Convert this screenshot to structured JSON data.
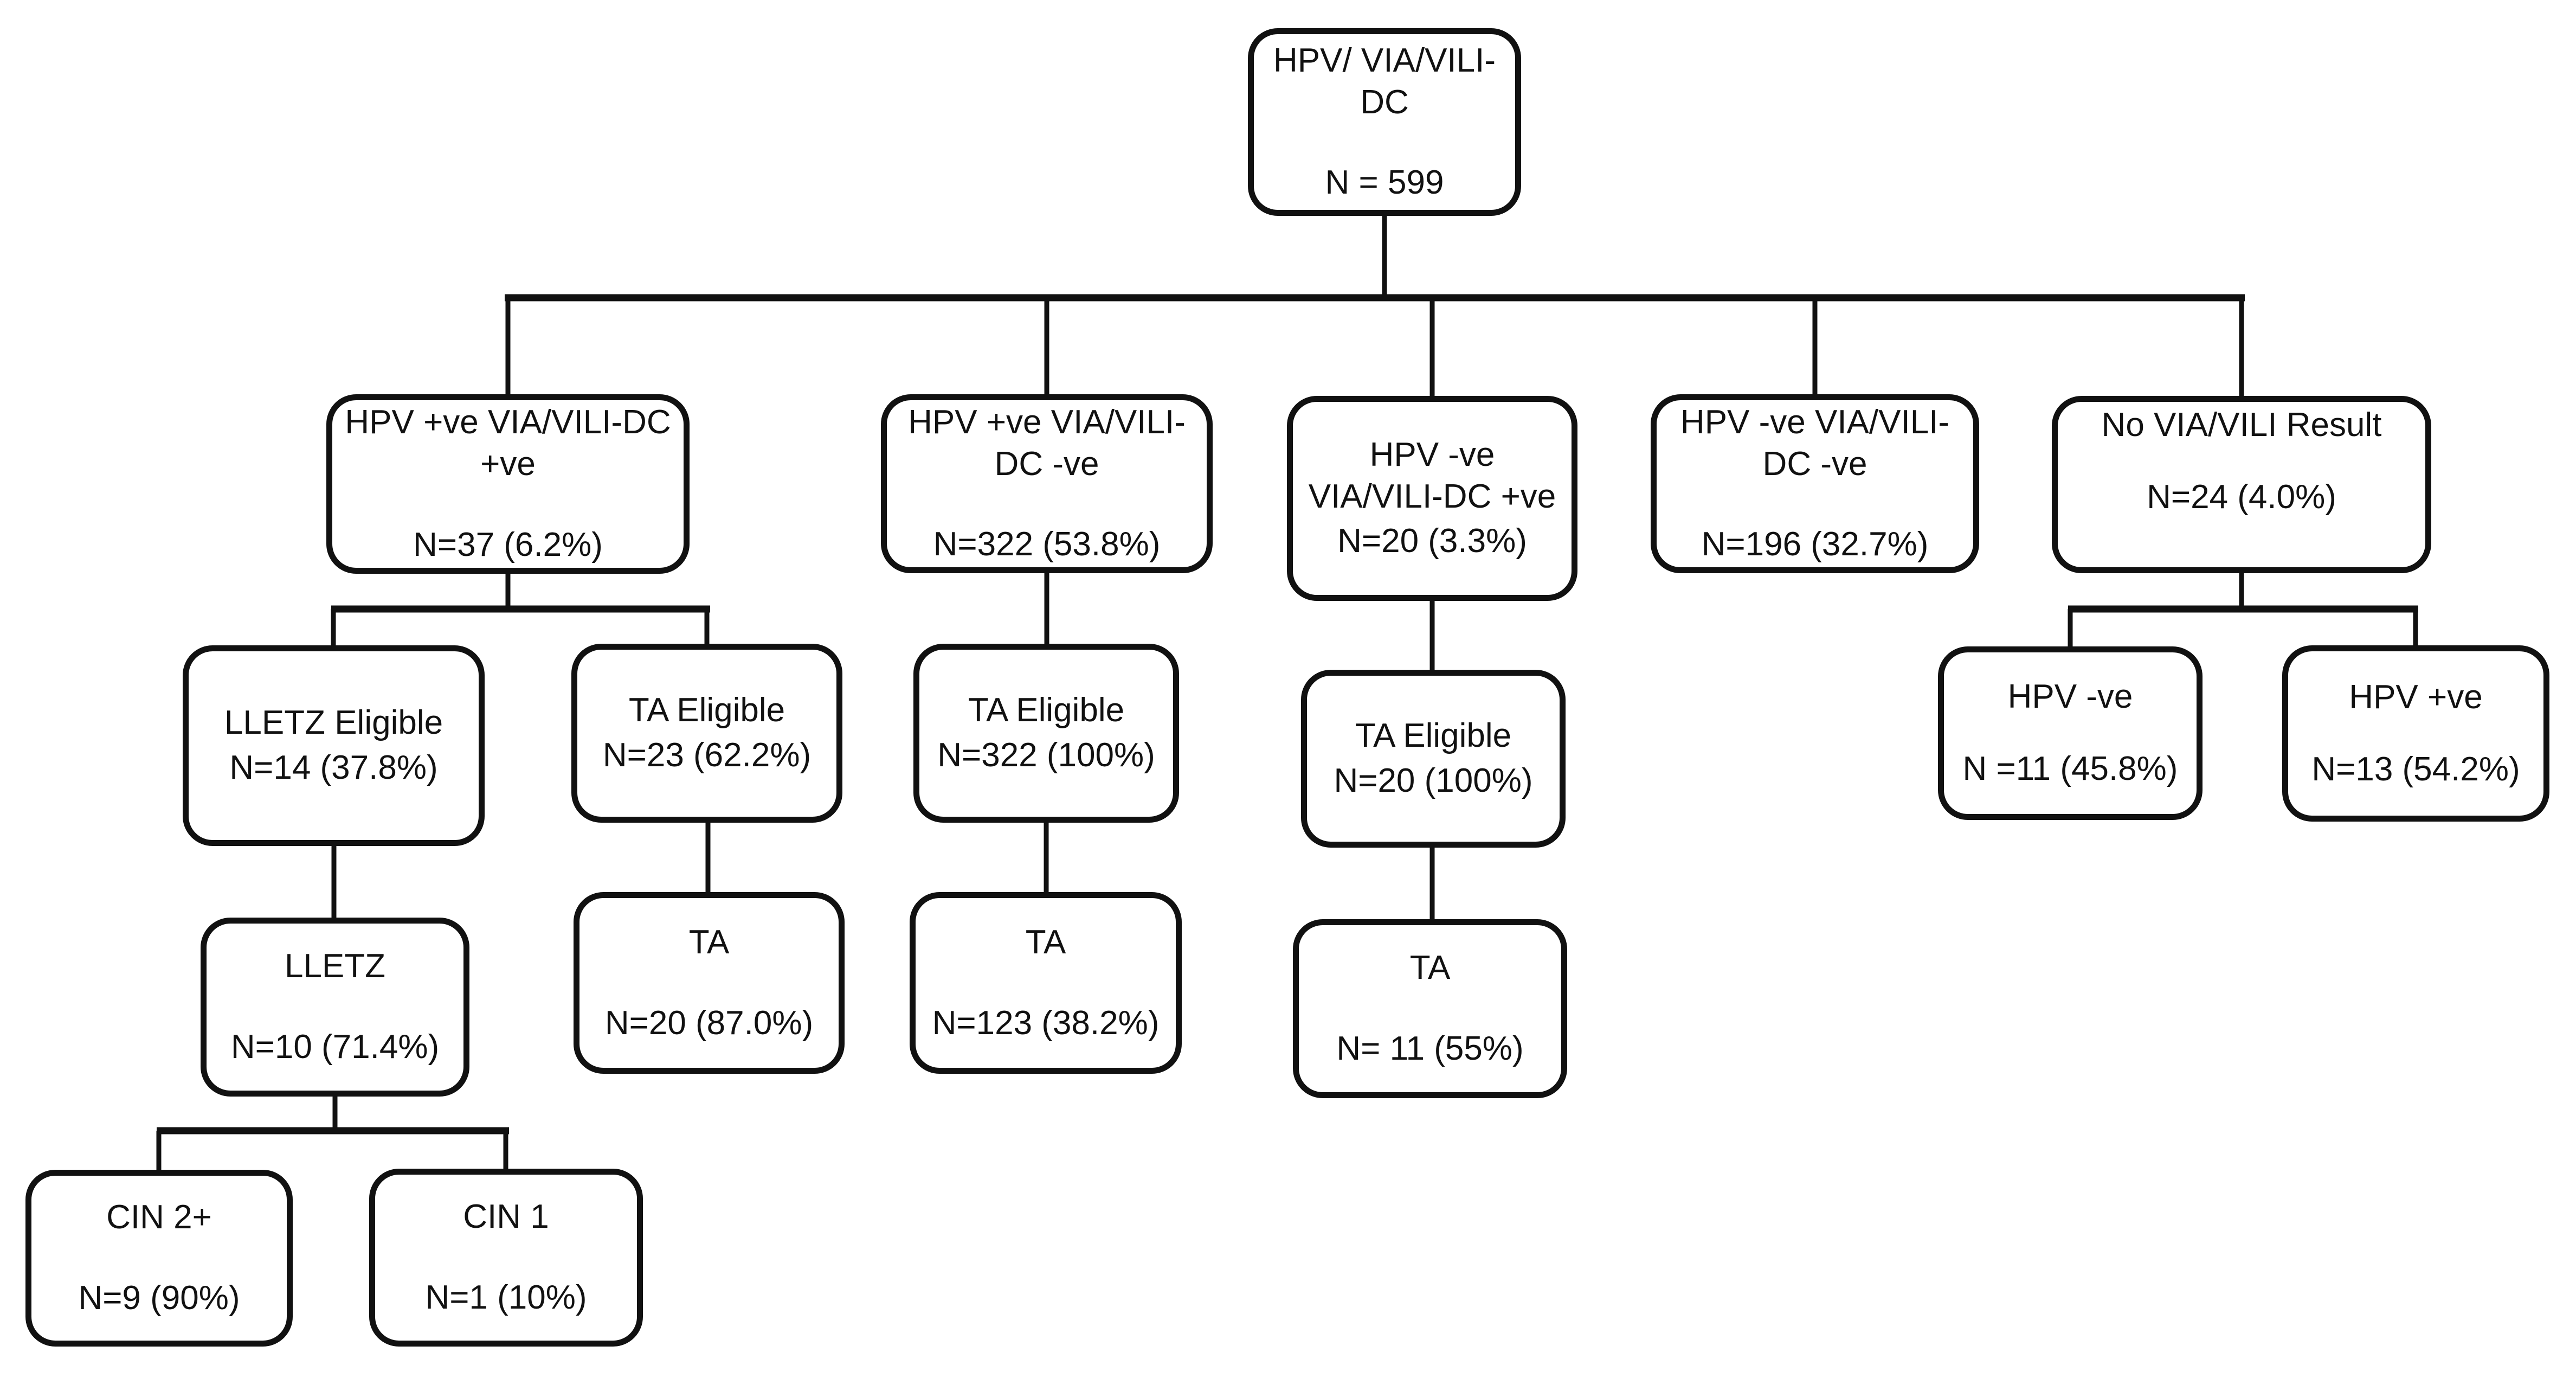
{
  "diagram": {
    "type": "flowchart",
    "description_root": "Screening cascade flow diagram",
    "colors": {
      "background": "#ffffff",
      "line": "#111111",
      "box_border": "#111111",
      "text": "#111111"
    },
    "nodes": [
      {
        "id": "root",
        "label": "HPV/ VIA/VILI-DC",
        "value": "N = 599"
      },
      {
        "id": "hpv-pos-via-pos",
        "label": "HPV +ve VIA/VILI-DC +ve",
        "value": "N=37 (6.2%)"
      },
      {
        "id": "hpv-pos-via-neg",
        "label": "HPV +ve VIA/VILI-DC -ve",
        "value": "N=322 (53.8%)"
      },
      {
        "id": "hpv-neg-via-pos",
        "label": "HPV -ve VIA/VILI-DC +ve",
        "value": "N=20 (3.3%)"
      },
      {
        "id": "hpv-neg-via-neg",
        "label": "HPV -ve VIA/VILI-DC -ve",
        "value": "N=196 (32.7%)"
      },
      {
        "id": "no-via-vili-result",
        "label": "No VIA/VILI Result",
        "value": "N=24 (4.0%)"
      },
      {
        "id": "lletz-eligible",
        "label": "LLETZ Eligible",
        "value": "N=14 (37.8%)"
      },
      {
        "id": "ta-eligible-23",
        "label": "TA Eligible",
        "value": "N=23 (62.2%)"
      },
      {
        "id": "ta-eligible-322",
        "label": "TA Eligible",
        "value": "N=322 (100%)"
      },
      {
        "id": "ta-eligible-20",
        "label": "TA Eligible",
        "value": "N=20 (100%)"
      },
      {
        "id": "hpv-neg-subgroup",
        "label": "HPV -ve",
        "value": "N =11 (45.8%)"
      },
      {
        "id": "hpv-pos-subgroup",
        "label": "HPV +ve",
        "value": "N=13 (54.2%)"
      },
      {
        "id": "lletz",
        "label": "LLETZ",
        "value": "N=10 (71.4%)"
      },
      {
        "id": "ta-20",
        "label": "TA",
        "value": "N=20 (87.0%)"
      },
      {
        "id": "ta-123",
        "label": "TA",
        "value": "N=123 (38.2%)"
      },
      {
        "id": "ta-11",
        "label": "TA",
        "value": "N= 11 (55%)"
      },
      {
        "id": "cin-2plus",
        "label": "CIN 2+",
        "value": "N=9 (90%)"
      },
      {
        "id": "cin-1",
        "label": "CIN 1",
        "value": "N=1 (10%)"
      }
    ],
    "edges": [
      [
        "root",
        "hpv-pos-via-pos"
      ],
      [
        "root",
        "hpv-pos-via-neg"
      ],
      [
        "root",
        "hpv-neg-via-pos"
      ],
      [
        "root",
        "hpv-neg-via-neg"
      ],
      [
        "root",
        "no-via-vili-result"
      ],
      [
        "hpv-pos-via-pos",
        "lletz-eligible"
      ],
      [
        "hpv-pos-via-pos",
        "ta-eligible-23"
      ],
      [
        "hpv-pos-via-neg",
        "ta-eligible-322"
      ],
      [
        "hpv-neg-via-pos",
        "ta-eligible-20"
      ],
      [
        "no-via-vili-result",
        "hpv-neg-subgroup"
      ],
      [
        "no-via-vili-result",
        "hpv-pos-subgroup"
      ],
      [
        "lletz-eligible",
        "lletz"
      ],
      [
        "ta-eligible-23",
        "ta-20"
      ],
      [
        "ta-eligible-322",
        "ta-123"
      ],
      [
        "ta-eligible-20",
        "ta-11"
      ],
      [
        "lletz",
        "cin-2plus"
      ],
      [
        "lletz",
        "cin-1"
      ]
    ]
  }
}
